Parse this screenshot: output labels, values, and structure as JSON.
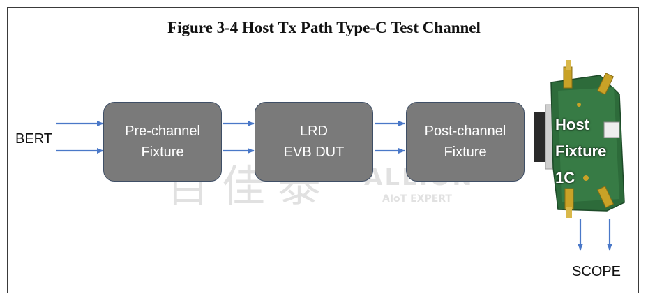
{
  "title": "Figure 3-4 Host Tx Path Type-C Test Channel",
  "bert_label": "BERT",
  "scope_label": "SCOPE",
  "blocks": [
    {
      "line1": "Pre-channel",
      "line2": "Fixture"
    },
    {
      "line1": "LRD",
      "line2": "EVB DUT"
    },
    {
      "line1": "Post-channel",
      "line2": "Fixture"
    }
  ],
  "host_fixture": {
    "line1": "Host",
    "line2": "Fixture",
    "line3": "1C"
  },
  "watermark": {
    "cjk": "百佳泰",
    "brand": "ALLION",
    "tagline": "AIoT EXPERT"
  },
  "colors": {
    "arrow": "#4a78c8",
    "box": "#7a7a7a",
    "box_border": "#3f4f66"
  }
}
